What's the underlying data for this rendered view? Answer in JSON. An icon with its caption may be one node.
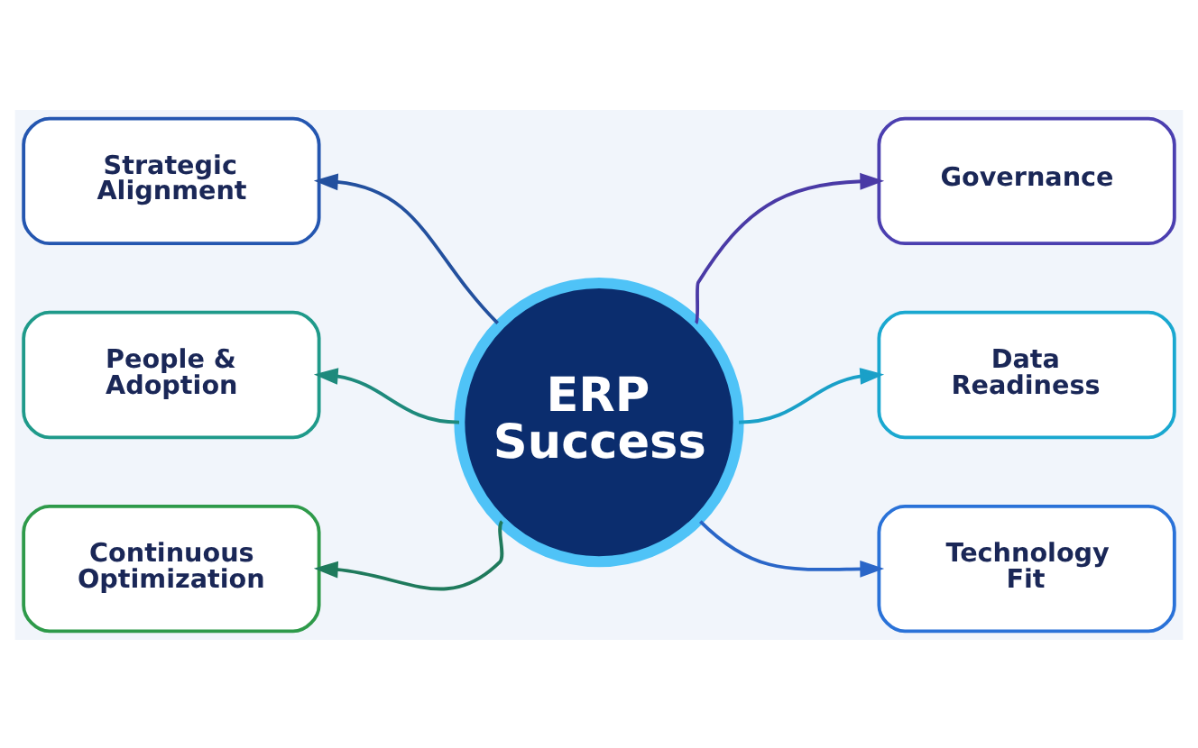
{
  "diagram": {
    "nodes": [
      {
        "text": [
          "Strategic Alignment"
        ]
      },
      {
        "text": [
          "Governance"
        ]
      },
      {
        "text": [
          "People & Adoption"
        ]
      },
      {
        "text": [
          "ERP Success"
        ]
      },
      {
        "text": [
          "Data Readiness"
        ]
      },
      {
        "text": [
          "Continuous Optimization"
        ]
      },
      {
        "text": [
          "Technology Fit"
        ]
      }
    ],
    "edges": [
      {
        "from": 3,
        "to": 0,
        "arrow": "to",
        "color": "#23509e"
      },
      {
        "from": 3,
        "to": 1,
        "arrow": "to",
        "color": "#4a3aa6"
      },
      {
        "from": 3,
        "to": 2,
        "arrow": "to",
        "color": "#1e8a7c"
      },
      {
        "from": 3,
        "to": 4,
        "arrow": "to",
        "color": "#1aa0c8"
      },
      {
        "from": 3,
        "to": 5,
        "arrow": "to",
        "color": "#1f7a5c"
      },
      {
        "from": 3,
        "to": 6,
        "arrow": "to",
        "color": "#2a66c8"
      }
    ]
  }
}
